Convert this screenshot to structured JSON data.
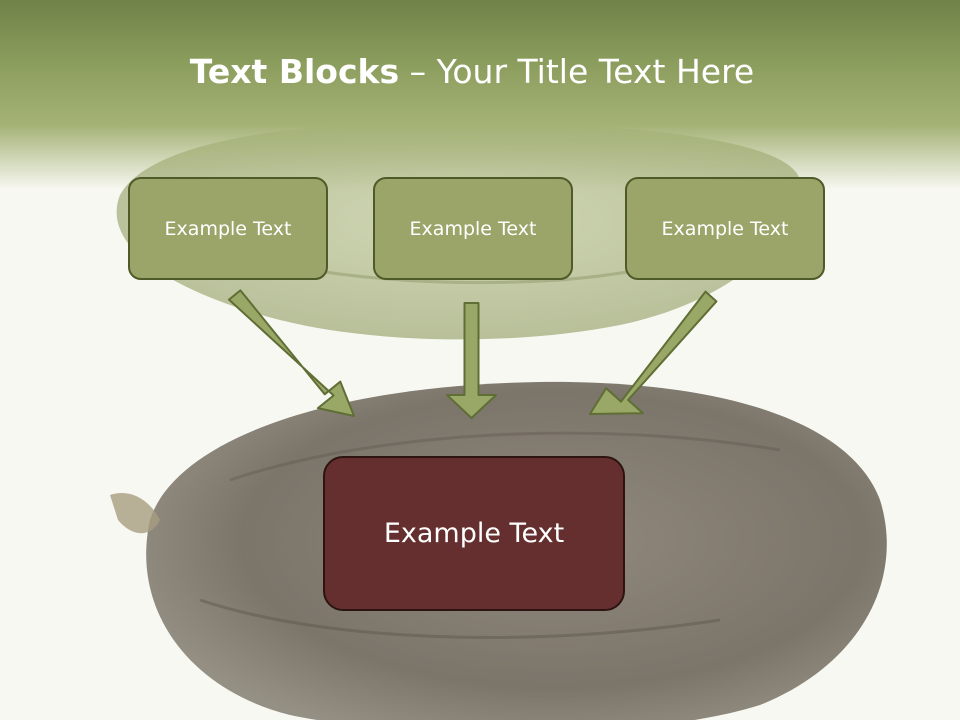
{
  "title": {
    "bold": "Text Blocks",
    "rest": " – Your Title Text Here"
  },
  "blocks": [
    {
      "label": "Example Text"
    },
    {
      "label": "Example Text"
    },
    {
      "label": "Example Text"
    }
  ],
  "main_block": {
    "label": "Example Text"
  },
  "colors": {
    "header": "#8a9c5c",
    "block_fill": "#9ba56a",
    "block_border": "#4e5a28",
    "main_fill": "#652f2f",
    "main_border": "#2d1410",
    "arrow_fill": "#9aa867",
    "arrow_stroke": "#5f6e35"
  }
}
